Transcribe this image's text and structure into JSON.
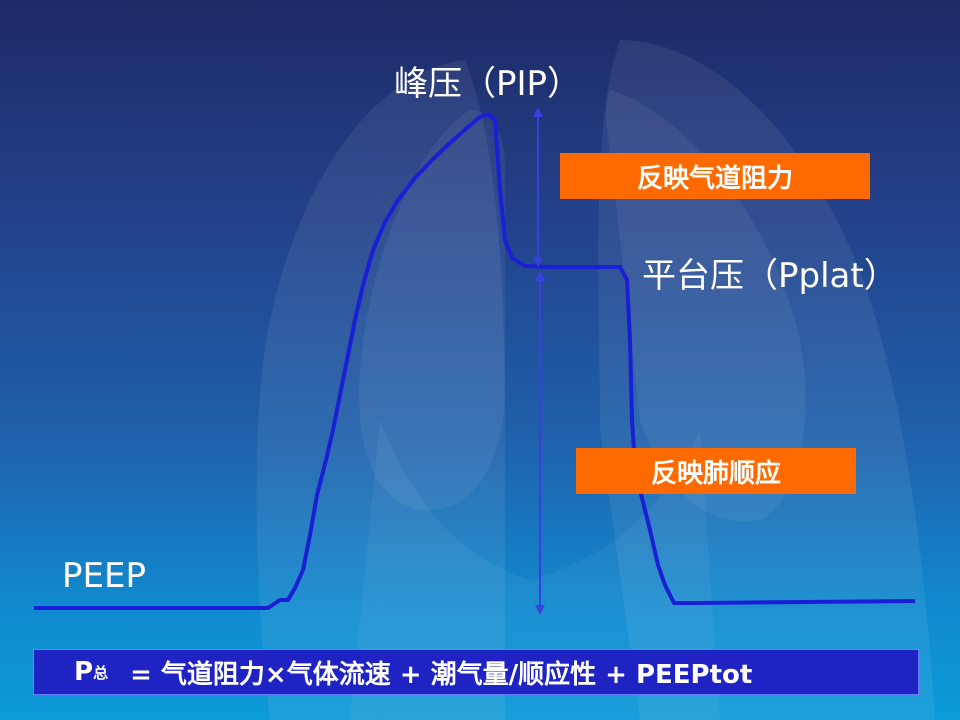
{
  "labels": {
    "pip": "峰压（PIP）",
    "pplat": "平台压（Pplat）",
    "peep": "PEEP"
  },
  "boxes": {
    "airway_resistance": "反映气道阻力",
    "lung_compliance": "反映肺顺应"
  },
  "formula": {
    "p": "P",
    "sub": "总",
    "expression": "= 气道阻力×气体流速 + 潮气量/顺应性 + PEEPtot"
  },
  "colors": {
    "curve": "#1a1fd6",
    "arrow": "#3b3fe0",
    "box": "#ff6a00",
    "formula_bg": "#1f23c4"
  }
}
